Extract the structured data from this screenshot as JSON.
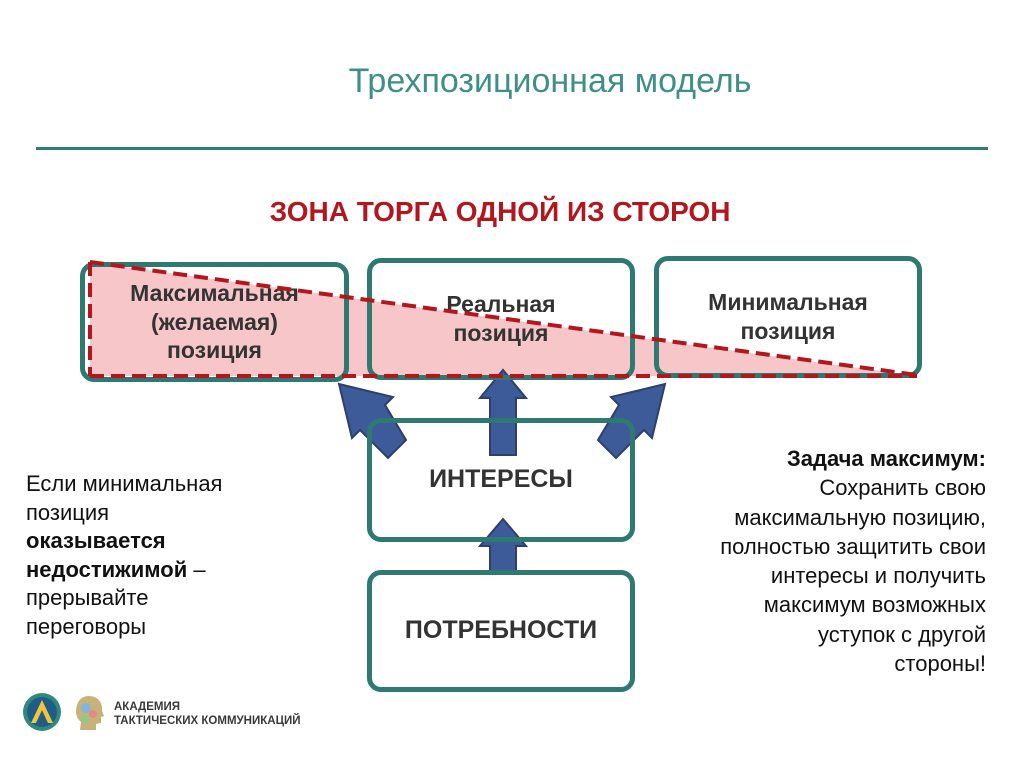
{
  "slide": {
    "title": "Трехпозиционная модель",
    "zone_heading": "ЗОНА ТОРГА ОДНОЙ ИЗ СТОРОН"
  },
  "positions": [
    {
      "label": "Максимальная\n(желаемая)\nпозиция"
    },
    {
      "label": "Реальная\nпозиция"
    },
    {
      "label": "Минимальная\nпозиция"
    }
  ],
  "interests": {
    "label": "ИНТЕРЕСЫ"
  },
  "needs": {
    "label": "ПОТРЕБНОСТИ"
  },
  "left_note": {
    "line1": "Если минимальная",
    "line2": "позиция",
    "bold1": "оказывается",
    "bold2": "недостижимой",
    "dash": " –",
    "line3": "прерывайте",
    "line4": "переговоры"
  },
  "right_note": {
    "heading": "Задача максимум:",
    "body": "Сохранить свою\nмаксимальную позицию,\nполностью защитить свои\nинтересы и получить\nмаксимум  возможных\nуступок с другой\nстороны!"
  },
  "footer": {
    "line1": "АКАДЕМИЯ",
    "line2": "ТАКТИЧЕСКИХ КОММУНИКАЦИЙ"
  },
  "colors": {
    "accent": "#2e7a72",
    "title": "#3f8f86",
    "zone": "#b3161c",
    "arrow": "#3d5a99",
    "triangle": "#f7c6c8"
  }
}
